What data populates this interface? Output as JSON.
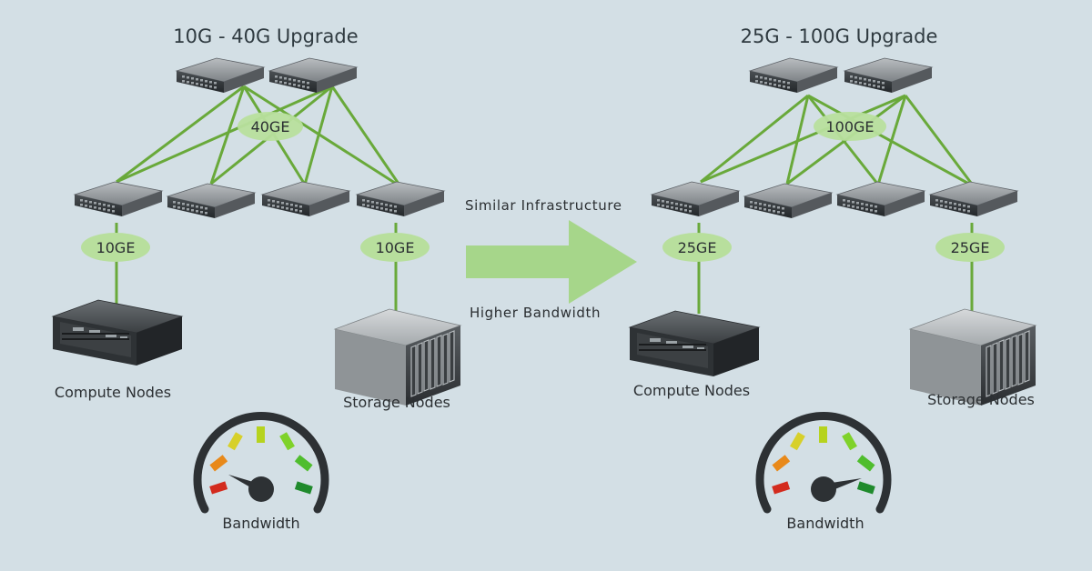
{
  "left": {
    "title": "10G - 40G Upgrade",
    "uplink_label": "40GE",
    "access_left_label": "10GE",
    "access_right_label": "10GE",
    "compute_label": "Compute Nodes",
    "storage_label": "Storage Nodes",
    "gauge_label": "Bandwidth"
  },
  "middle": {
    "top_text": "Similar Infrastructure",
    "bottom_text": "Higher Bandwidth"
  },
  "right": {
    "title": "25G - 100G Upgrade",
    "uplink_label": "100GE",
    "access_left_label": "25GE",
    "access_right_label": "25GE",
    "compute_label": "Compute Nodes",
    "storage_label": "Storage Nodes",
    "gauge_label": "Bandwidth"
  },
  "colors": {
    "background": "#d3dfe5",
    "link_green": "#69a93a",
    "bubble_green": "#b8df9d",
    "arrow_green": "#a6d68a"
  },
  "icons": [
    "network-switch-icon",
    "rack-server-icon",
    "storage-array-icon",
    "speedometer-icon",
    "right-arrow-icon"
  ]
}
